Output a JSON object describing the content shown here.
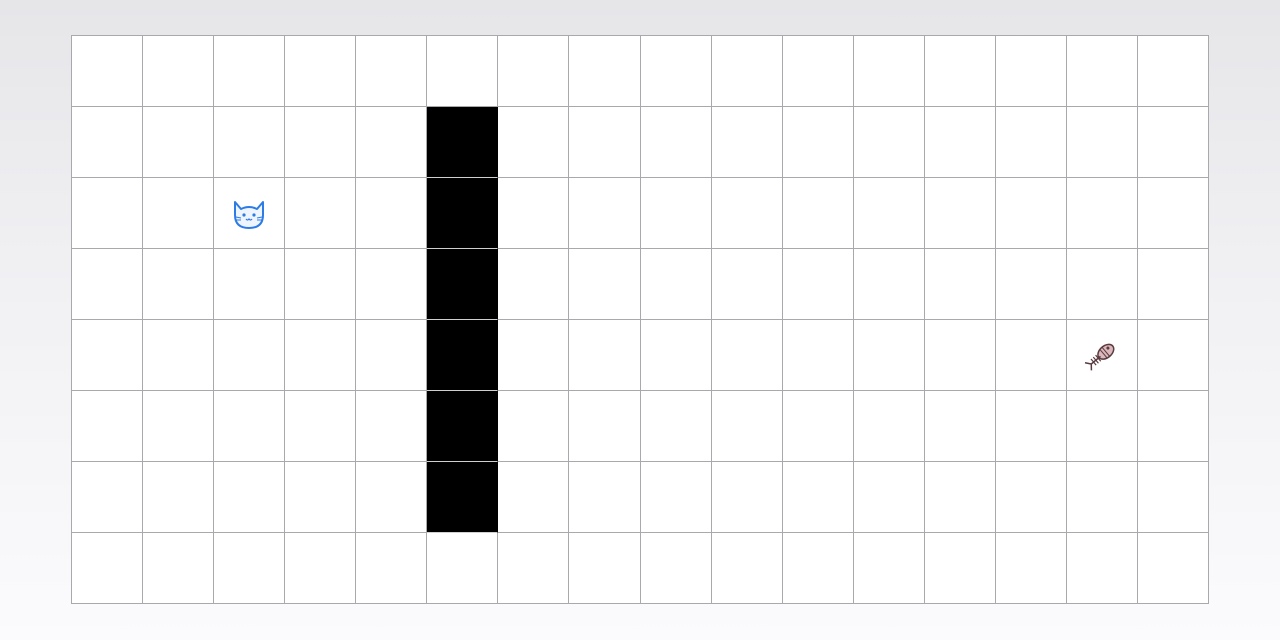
{
  "grid": {
    "cols": 16,
    "rows": 8,
    "walls": [
      [
        1,
        5
      ],
      [
        2,
        5
      ],
      [
        3,
        5
      ],
      [
        4,
        5
      ],
      [
        5,
        5
      ],
      [
        6,
        5
      ]
    ]
  },
  "player": {
    "name": "cat",
    "icon": "cat-face-icon",
    "row": 2,
    "col": 2,
    "color": "#2d7be5"
  },
  "goal": {
    "name": "fish",
    "icon": "fish-bone-icon",
    "row": 4,
    "col": 14,
    "color": "#7a4e55"
  },
  "colors": {
    "wall": "#000000",
    "empty": "#ffffff",
    "grid_line": "#a9a9ad"
  }
}
